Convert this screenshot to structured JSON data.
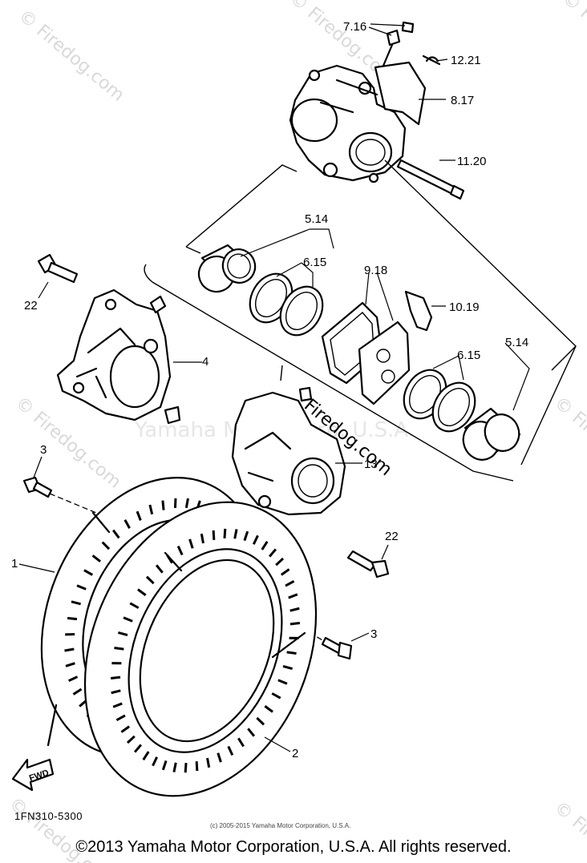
{
  "watermarks": {
    "site": "© Firedog.com",
    "center": "Yamaha Motor Corp, U.S.A.",
    "center_site": "Firedog.com"
  },
  "callouts": [
    {
      "id": "7-16",
      "label": "7.16"
    },
    {
      "id": "12-21",
      "label": "12.21"
    },
    {
      "id": "8-17",
      "label": "8.17"
    },
    {
      "id": "11-20",
      "label": "11.20"
    },
    {
      "id": "5-14-top",
      "label": "5.14"
    },
    {
      "id": "6-15-top",
      "label": "6.15"
    },
    {
      "id": "9-18",
      "label": "9.18"
    },
    {
      "id": "10-19",
      "label": "10.19"
    },
    {
      "id": "6-15-right",
      "label": "6.15"
    },
    {
      "id": "5-14-right",
      "label": "5.14"
    },
    {
      "id": "22-left",
      "label": "22"
    },
    {
      "id": "4",
      "label": "4"
    },
    {
      "id": "3-left",
      "label": "3"
    },
    {
      "id": "13",
      "label": "13"
    },
    {
      "id": "22-right",
      "label": "22"
    },
    {
      "id": "1",
      "label": "1"
    },
    {
      "id": "3-right",
      "label": "3"
    },
    {
      "id": "2",
      "label": "2"
    }
  ],
  "fwd_label": "FWD",
  "diagram_code": "1FN310-5300",
  "small_copyright": "(c) 2005-2015 Yamaha Motor Corporation, U.S.A.",
  "footer_copyright": "©2013 Yamaha Motor Corporation, U.S.A. All rights reserved.",
  "colors": {
    "ink": "#000000",
    "background": "#ffffff",
    "watermark": "#d9d9d9"
  }
}
